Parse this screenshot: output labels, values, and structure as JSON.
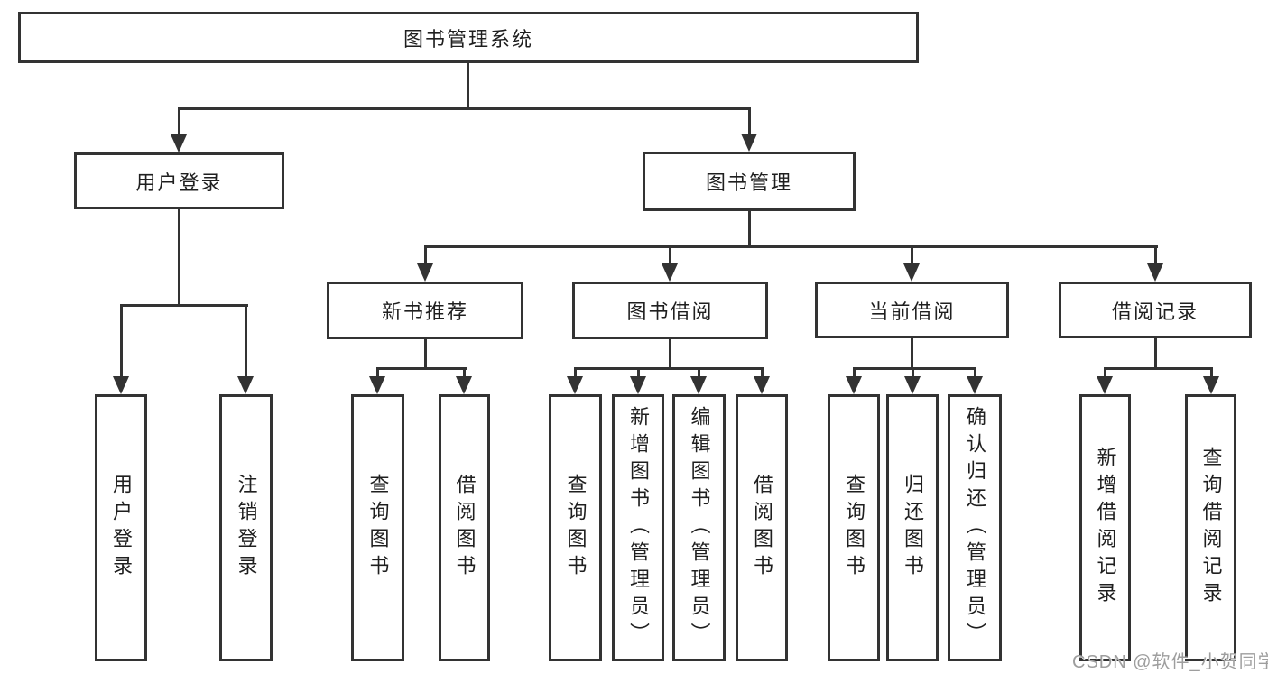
{
  "diagram": {
    "root": {
      "label": "图书管理系统"
    },
    "user_login": {
      "label": "用户登录",
      "children": {
        "login": {
          "label": "用户登录"
        },
        "logout": {
          "label": "注销登录"
        }
      }
    },
    "book_management": {
      "label": "图书管理",
      "groups": {
        "new_book": {
          "label": "新书推荐",
          "children": {
            "query": {
              "label": "查询图书"
            },
            "borrow": {
              "label": "借阅图书"
            }
          }
        },
        "book_borrow": {
          "label": "图书借阅",
          "children": {
            "query": {
              "label": "查询图书"
            },
            "add": {
              "label": "新增图书（管理员）"
            },
            "edit": {
              "label": "编辑图书（管理员）"
            },
            "borrow": {
              "label": "借阅图书"
            }
          }
        },
        "current_borrow": {
          "label": "当前借阅",
          "children": {
            "query": {
              "label": "查询图书"
            },
            "return": {
              "label": "归还图书"
            },
            "confirm": {
              "label": "确认归还（管理员）"
            }
          }
        },
        "borrow_records": {
          "label": "借阅记录",
          "children": {
            "add": {
              "label": "新增借阅记录"
            },
            "query": {
              "label": "查询借阅记录"
            }
          }
        }
      }
    }
  },
  "watermark": {
    "text": "CSDN @软件_小贺同学",
    "color": "#9e9e9e"
  },
  "colors": {
    "line": "#333333",
    "text": "#1f1f1f",
    "node_background": "#ffffff",
    "page_background": "#ffffff"
  }
}
